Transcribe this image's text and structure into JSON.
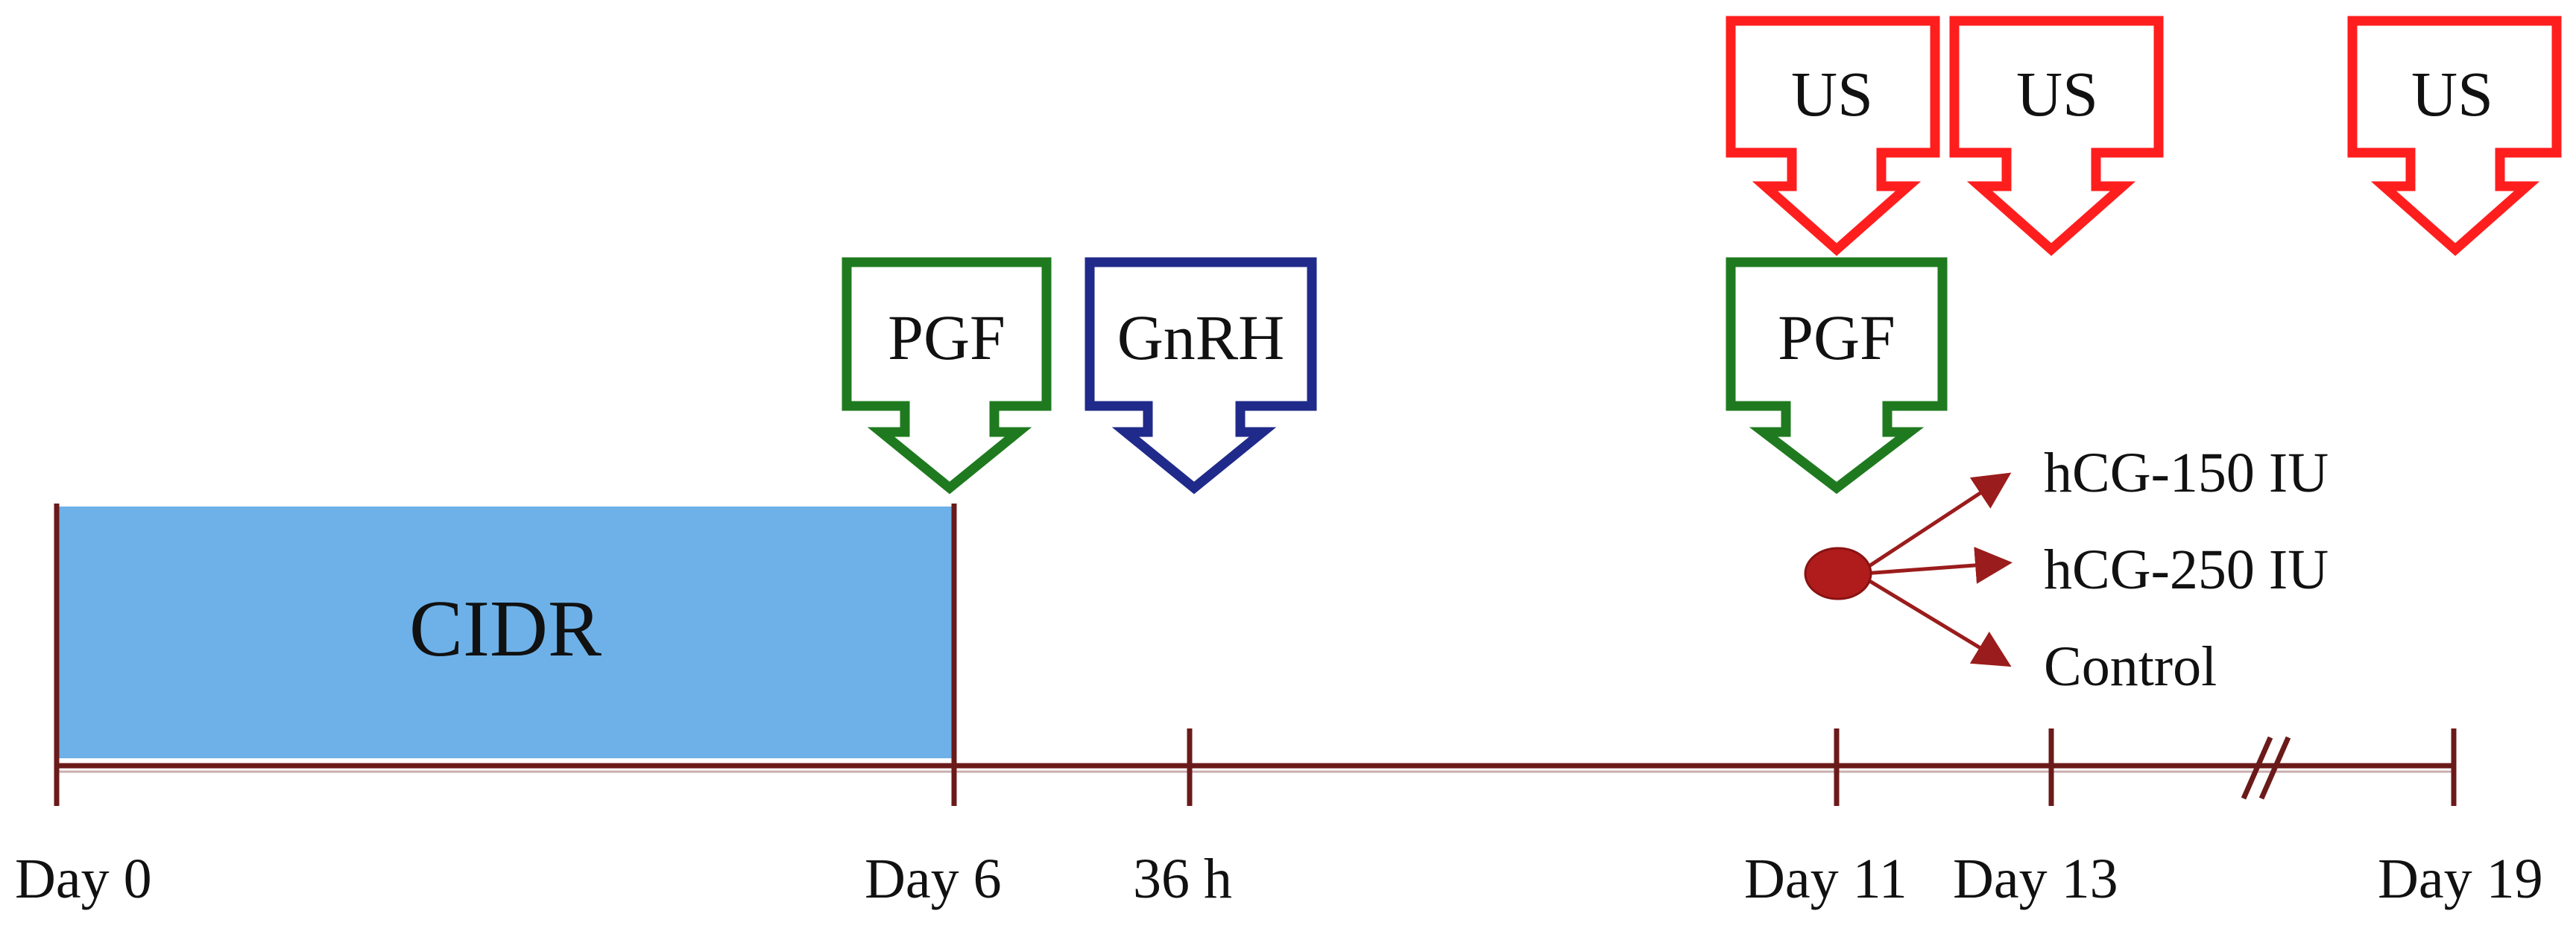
{
  "colors": {
    "timeline": "#6b1a1a",
    "cidr_fill": "#6db1e8",
    "pgf": "#1f7a1f",
    "gnrh": "#1f2a8a",
    "us": "#ff1e1e",
    "treatment": "#9b1c1c",
    "dot": "#b01c1c"
  },
  "cidr": {
    "label": "CIDR"
  },
  "timeline": {
    "ticks": [
      {
        "label": "Day 0"
      },
      {
        "label": "Day 6"
      },
      {
        "label": "36 h"
      },
      {
        "label": "Day 11"
      },
      {
        "label": "Day 13"
      },
      {
        "label": "Day 19"
      }
    ]
  },
  "markers": {
    "pgf_day6": {
      "label": "PGF"
    },
    "gnrh_36h": {
      "label": "GnRH"
    },
    "pgf_day11": {
      "label": "PGF"
    },
    "us_day11": {
      "label": "US"
    },
    "us_day13": {
      "label": "US"
    },
    "us_day19": {
      "label": "US"
    }
  },
  "treatments": [
    {
      "label": "hCG-150 IU"
    },
    {
      "label": "hCG-250 IU"
    },
    {
      "label": "Control"
    }
  ]
}
